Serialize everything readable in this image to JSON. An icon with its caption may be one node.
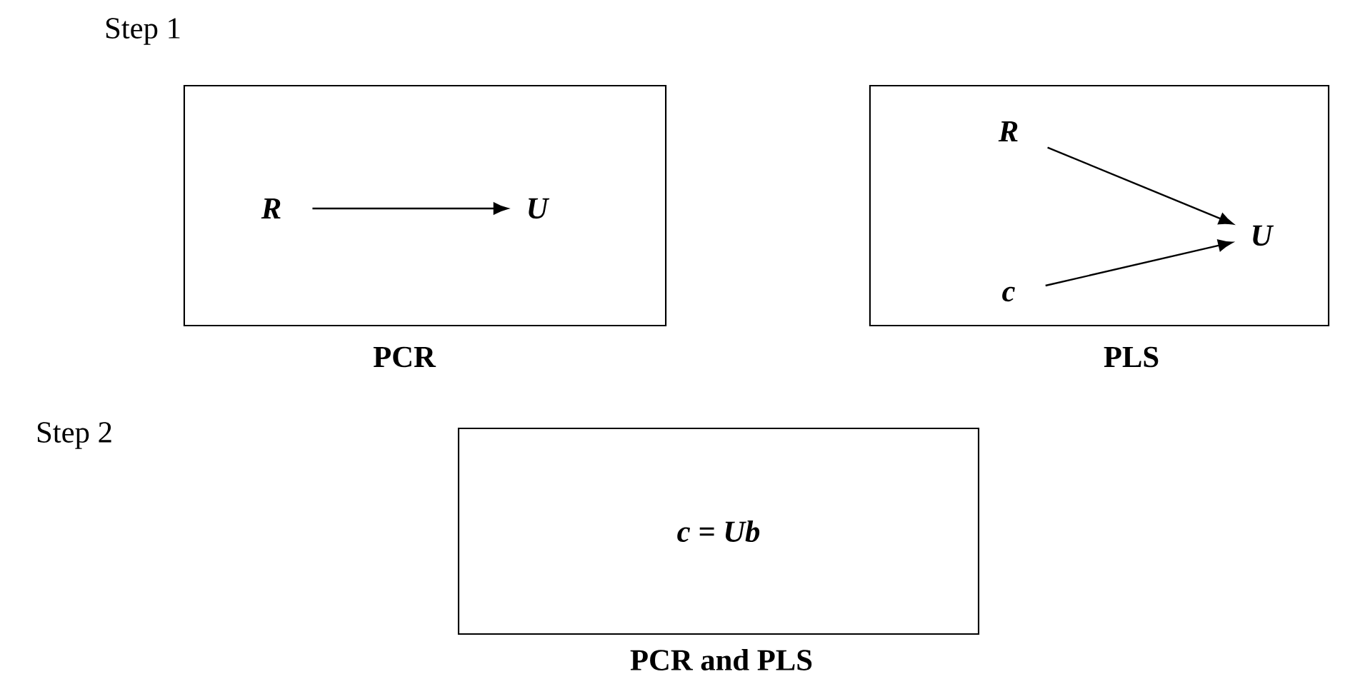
{
  "diagram": {
    "nodes": [
      {
        "text": [
          "PCR"
        ]
      },
      {
        "text": [
          "R"
        ],
        "in": 0
      },
      {
        "text": [
          "U"
        ],
        "in": 0
      },
      {
        "text": [
          "PLS"
        ]
      },
      {
        "text": [
          "R"
        ],
        "in": 3
      },
      {
        "text": [
          "U"
        ],
        "in": 3
      },
      {
        "text": [
          "c"
        ],
        "in": 3
      },
      {
        "text": [
          "c =   Ub",
          "PCR and PLS"
        ]
      }
    ],
    "edges": [
      {
        "from": 1,
        "to": 2,
        "arrow": "to"
      },
      {
        "from": 4,
        "to": 5,
        "arrow": "to"
      },
      {
        "from": 6,
        "to": 5,
        "arrow": "to"
      }
    ],
    "labels": [
      "Step 1",
      "Step 2"
    ]
  }
}
